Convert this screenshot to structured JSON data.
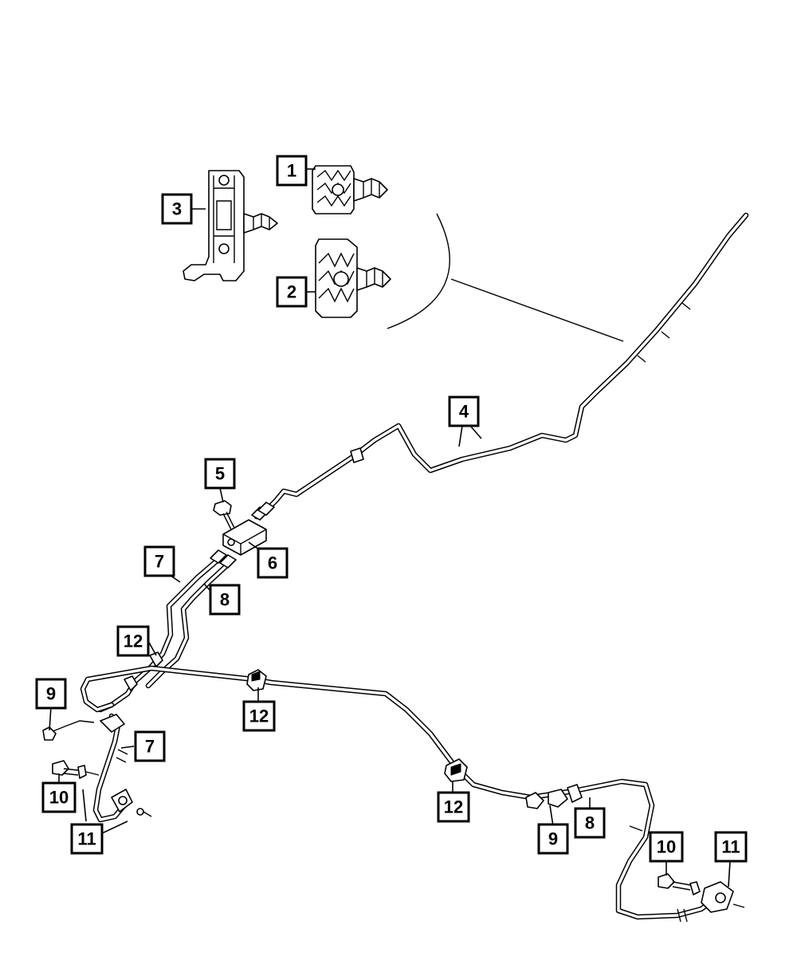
{
  "callouts": [
    {
      "label": "1"
    },
    {
      "label": "2"
    },
    {
      "label": "3"
    },
    {
      "label": "4"
    },
    {
      "label": "5"
    },
    {
      "label": "6"
    },
    {
      "label": "7"
    },
    {
      "label": "8"
    },
    {
      "label": "12"
    },
    {
      "label": "9"
    },
    {
      "label": "12"
    },
    {
      "label": "7"
    },
    {
      "label": "10"
    },
    {
      "label": "11"
    },
    {
      "label": "12"
    },
    {
      "label": "9"
    },
    {
      "label": "8"
    },
    {
      "label": "10"
    },
    {
      "label": "11"
    }
  ]
}
